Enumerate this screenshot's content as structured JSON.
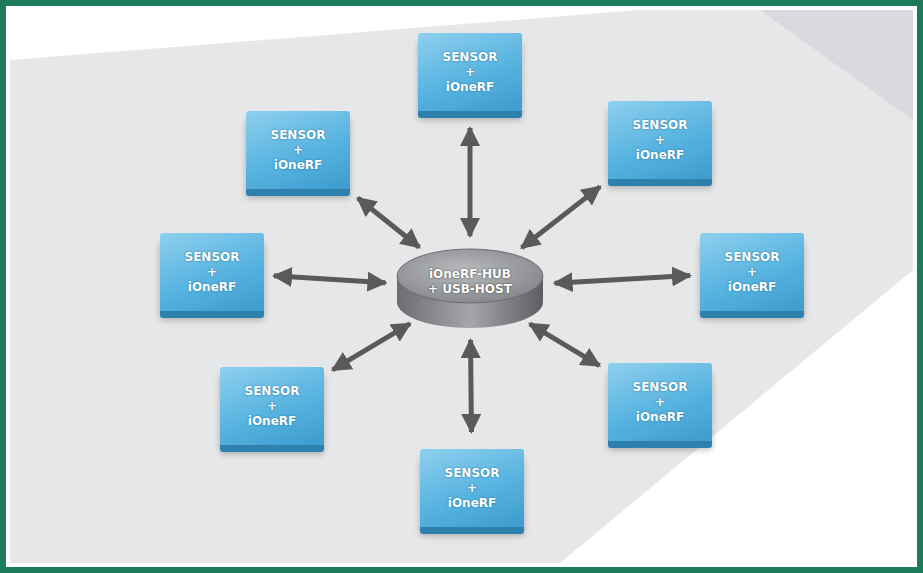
{
  "diagram": {
    "nodes": [
      {
        "text": [
          "iOneRF-HUB + USB-HOST"
        ]
      },
      {
        "text": [
          "SENSOR + iOneRF"
        ]
      },
      {
        "text": [
          "SENSOR + iOneRF"
        ]
      },
      {
        "text": [
          "SENSOR + iOneRF"
        ]
      },
      {
        "text": [
          "SENSOR + iOneRF"
        ]
      },
      {
        "text": [
          "SENSOR + iOneRF"
        ]
      },
      {
        "text": [
          "SENSOR + iOneRF"
        ]
      },
      {
        "text": [
          "SENSOR + iOneRF"
        ]
      },
      {
        "text": [
          "SENSOR + iOneRF"
        ]
      }
    ],
    "edges": [
      {
        "from": 0,
        "to": 1,
        "arrow": "both"
      },
      {
        "from": 0,
        "to": 2,
        "arrow": "both"
      },
      {
        "from": 0,
        "to": 3,
        "arrow": "both"
      },
      {
        "from": 0,
        "to": 4,
        "arrow": "both"
      },
      {
        "from": 0,
        "to": 5,
        "arrow": "both"
      },
      {
        "from": 0,
        "to": 6,
        "arrow": "both"
      },
      {
        "from": 0,
        "to": 7,
        "arrow": "both"
      },
      {
        "from": 0,
        "to": 8,
        "arrow": "both"
      }
    ]
  }
}
